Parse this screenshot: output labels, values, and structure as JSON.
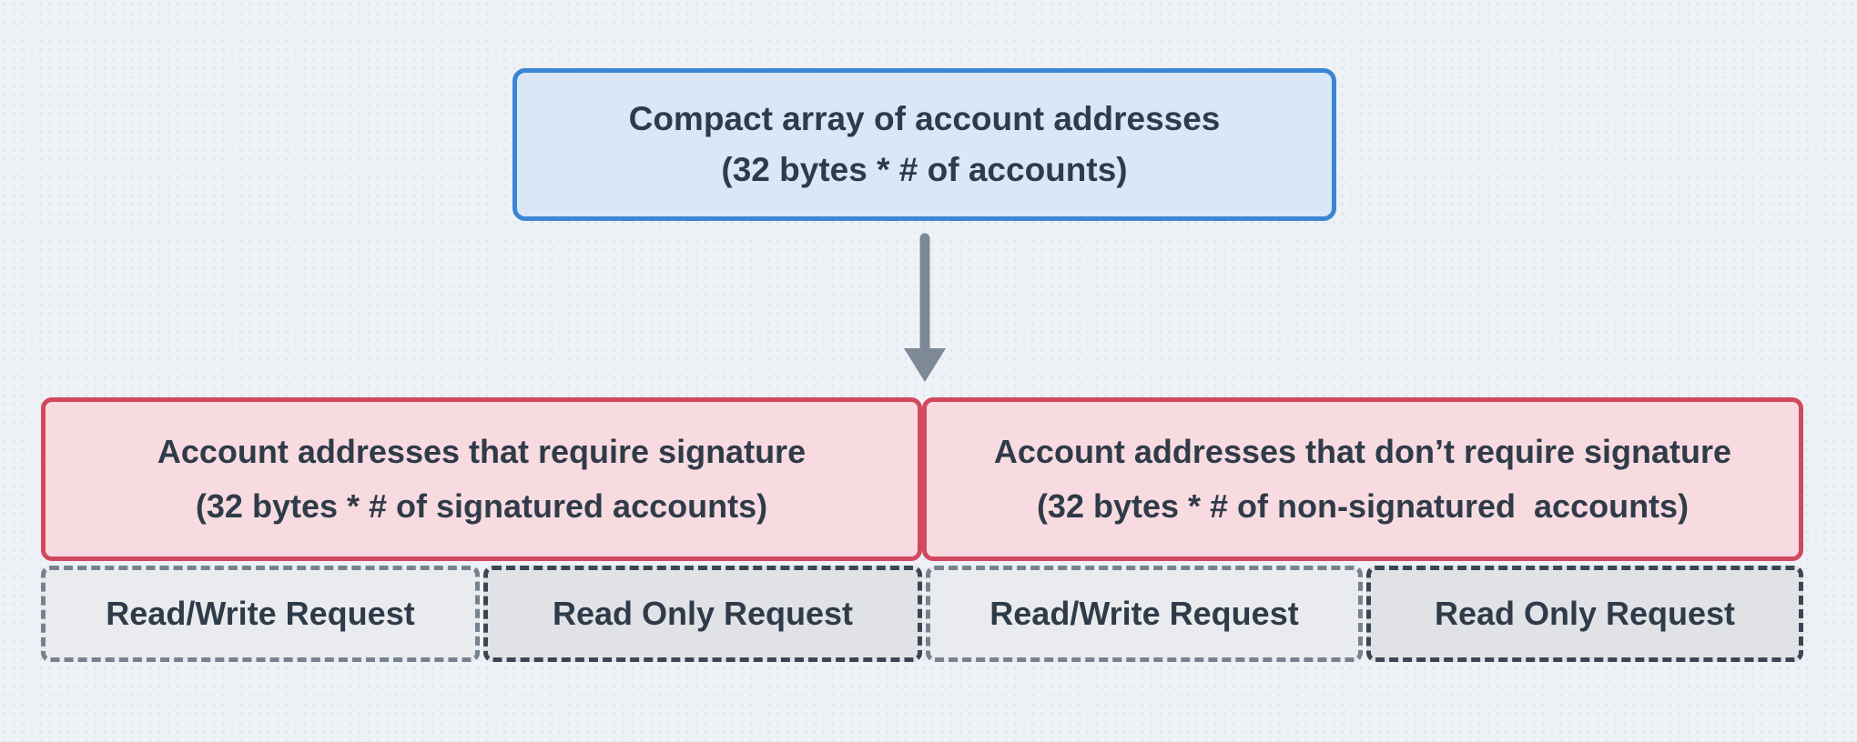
{
  "page": {
    "background": "#eef2f6",
    "dot_pattern_color": "#dde4ed",
    "text_color": "#2f3b49"
  },
  "diagram": {
    "top_box": {
      "line1": "Compact array of account addresses",
      "line2": "(32 bytes * # of accounts)",
      "bg_color": "#d9e7f7",
      "border_color": "#3a86d3"
    },
    "arrow": {
      "name": "down-arrow",
      "color": "#7d8996"
    },
    "signature_box": {
      "line1": "Account addresses that require signature",
      "line2": "(32 bytes * # of signatured accounts)",
      "bg_color": "#f8dbe0",
      "border_color": "#d2495f"
    },
    "no_signature_box": {
      "line1": "Account addresses that don’t require signature",
      "line2": "(32 bytes * # of non-signatured  accounts)",
      "bg_color": "#f8dbe0",
      "border_color": "#d2495f"
    },
    "requests": [
      {
        "label": "Read/Write Request",
        "variant": "read-write",
        "bg_color": "#e9ebee",
        "border_color": "#76828f"
      },
      {
        "label": "Read Only Request",
        "variant": "read-only",
        "bg_color": "#e0e2e6",
        "border_color": "#3a4654"
      },
      {
        "label": "Read/Write Request",
        "variant": "read-write",
        "bg_color": "#e9ebee",
        "border_color": "#76828f"
      },
      {
        "label": "Read Only Request",
        "variant": "read-only",
        "bg_color": "#e0e2e6",
        "border_color": "#3a4654"
      }
    ]
  }
}
